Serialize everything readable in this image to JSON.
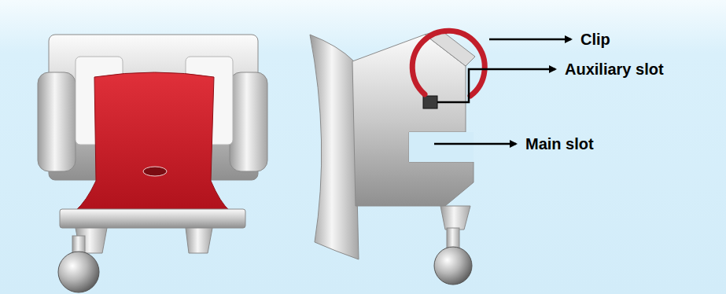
{
  "diagram": {
    "labels": [
      "Clip",
      "Auxiliary slot",
      "Main slot"
    ]
  }
}
